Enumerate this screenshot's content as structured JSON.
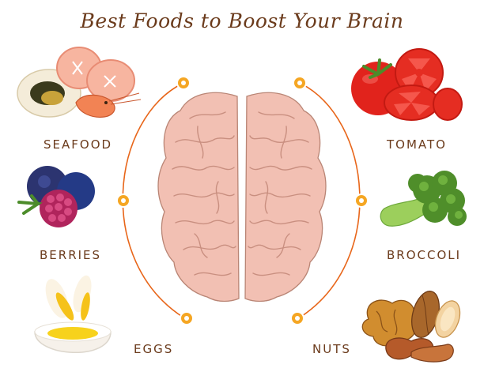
{
  "title": "Best Foods to Boost Your Brain",
  "foods": {
    "seafood": "SEAFOOD",
    "berries": "BERRIES",
    "eggs": "EGGS",
    "tomato": "TOMATO",
    "broccoli": "BROCCOLI",
    "nuts": "NUTS"
  },
  "colors": {
    "title_text": "#6b3b1c",
    "connector": "#e8661a",
    "dot": "#f5a623",
    "brain": "#f2c0b3"
  }
}
